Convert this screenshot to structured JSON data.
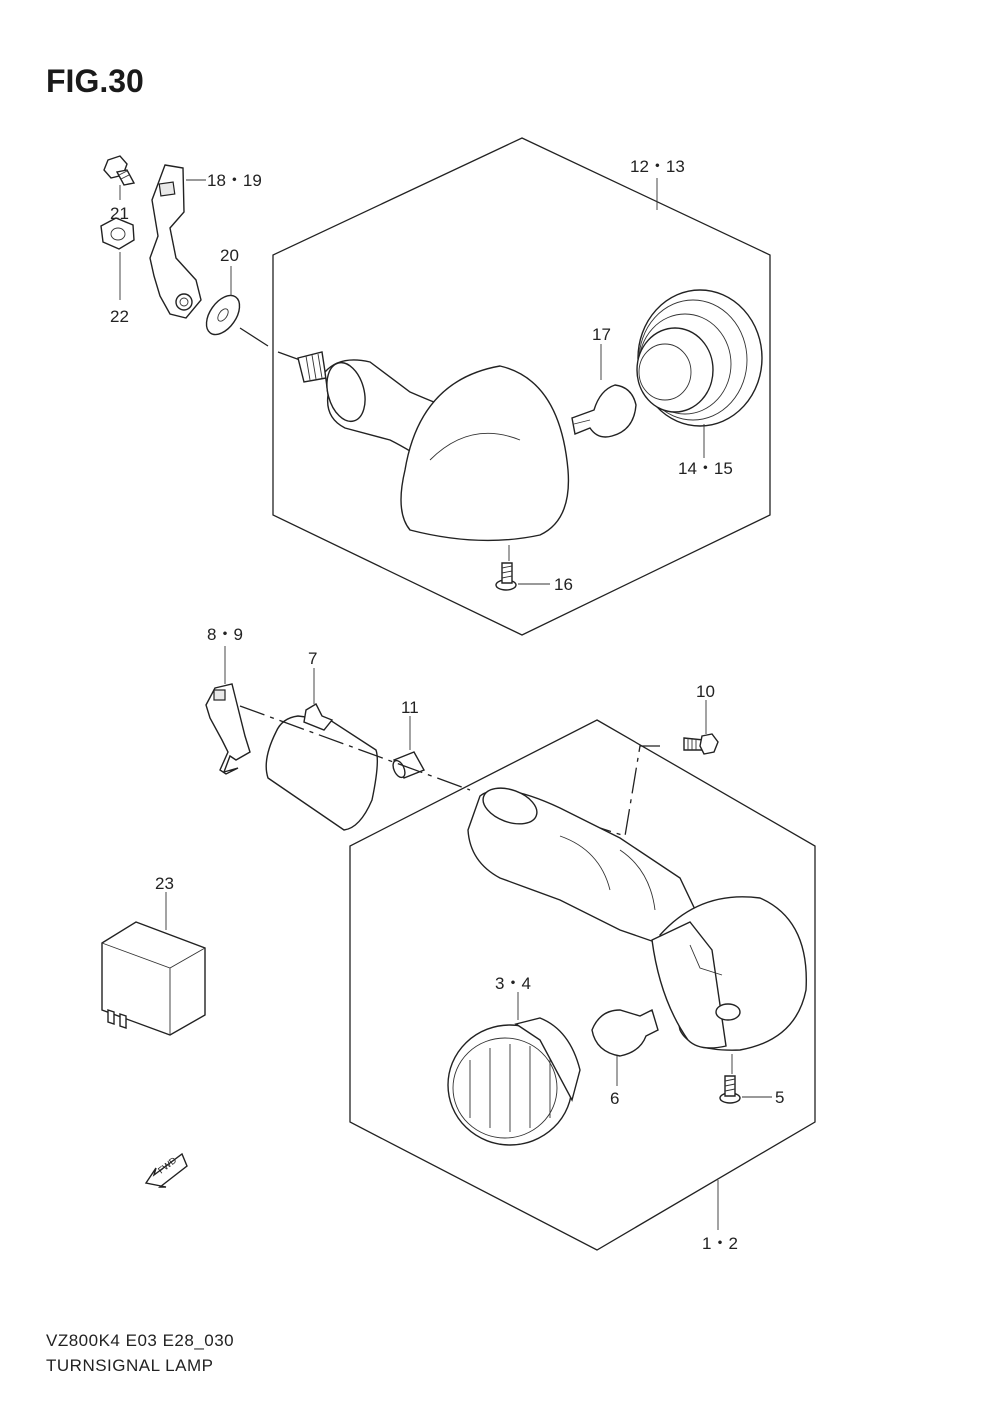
{
  "figure": {
    "title": "FIG.30",
    "model_code": "VZ800K4 E03 E28_030",
    "section_name": "TURNSIGNAL LAMP",
    "fwd_label": "FWD"
  },
  "callouts": {
    "c_12_13": "12・13",
    "c_14_15": "14・15",
    "c_16": "16",
    "c_17": "17",
    "c_18_19": "18・19",
    "c_20": "20",
    "c_21": "21",
    "c_22": "22",
    "c_8_9": "8・9",
    "c_7": "7",
    "c_11": "11",
    "c_10": "10",
    "c_23": "23",
    "c_3_4": "3・4",
    "c_6": "6",
    "c_5": "5",
    "c_1_2": "1・2"
  }
}
